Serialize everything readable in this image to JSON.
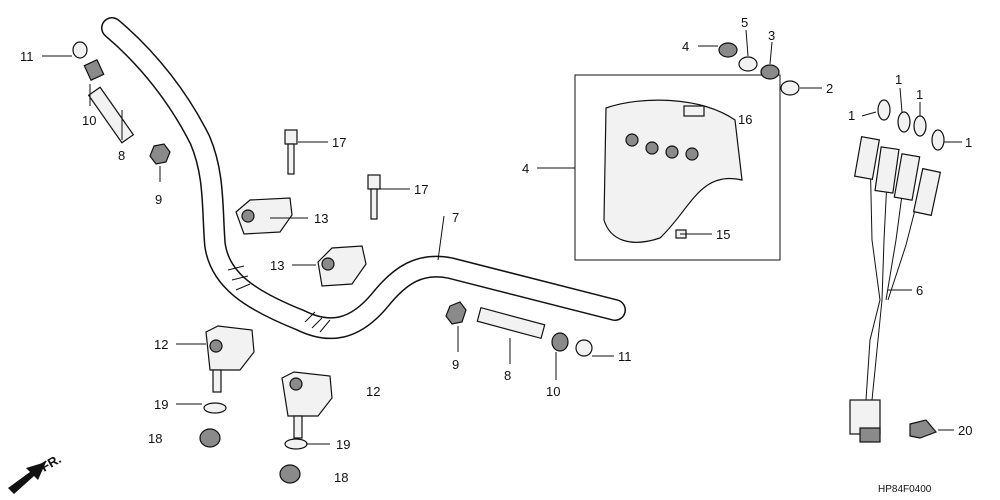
{
  "diagram_code": "HP84F0400",
  "direction_label": "FR.",
  "callouts": {
    "c1a": "1",
    "c1b": "1",
    "c1c": "1",
    "c1d": "1",
    "c2": "2",
    "c3": "3",
    "c4a": "4",
    "c4b": "4",
    "c5": "5",
    "c6": "6",
    "c7": "7",
    "c8a": "8",
    "c8b": "8",
    "c9a": "9",
    "c9b": "9",
    "c10a": "10",
    "c10b": "10",
    "c11a": "11",
    "c11b": "11",
    "c12a": "12",
    "c12b": "12",
    "c13a": "13",
    "c13b": "13",
    "c15": "15",
    "c16": "16",
    "c17a": "17",
    "c17b": "17",
    "c18a": "18",
    "c18b": "18",
    "c19a": "19",
    "c19b": "19",
    "c20": "20"
  }
}
